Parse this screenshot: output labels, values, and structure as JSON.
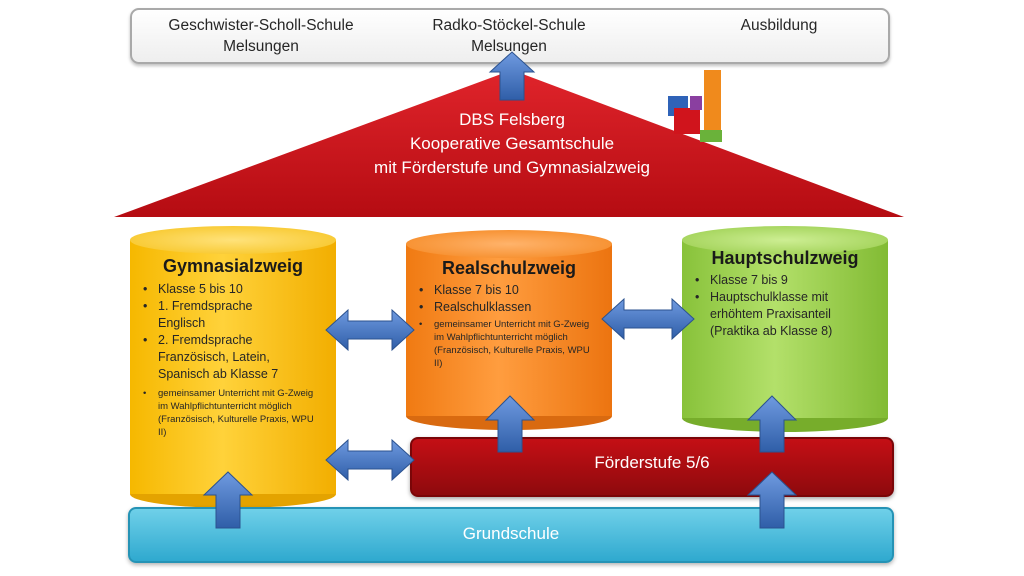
{
  "header": {
    "school1_line1": "Geschwister-Scholl-Schule",
    "school1_line2": "Melsungen",
    "school2_line1": "Radko-Stöckel-Schule",
    "school2_line2": "Melsungen",
    "school3": "Ausbildung"
  },
  "roof": {
    "line1": "DBS Felsberg",
    "line2": "Kooperative Gesamtschule",
    "line3": "mit Förderstufe und Gymnasialzweig"
  },
  "gymnasium": {
    "title": "Gymnasialzweig",
    "items": [
      "Klasse  5 bis 10",
      "1. Fremdsprache Englisch",
      "2. Fremdsprache Französisch, Latein, Spanisch ab Klasse 7"
    ],
    "small_items": [
      "gemeinsamer Unterricht mit G-Zweig im Wahlpflichtunterricht möglich (Französisch, Kulturelle Praxis, WPU II)"
    ]
  },
  "realschule": {
    "title": "Realschulzweig",
    "items": [
      "Klasse 7 bis 10",
      "Realschulklassen"
    ],
    "small_items": [
      "gemeinsamer Unterricht mit G-Zweig im Wahlpflichtunterricht möglich (Französisch, Kulturelle Praxis, WPU II)"
    ]
  },
  "hauptschule": {
    "title": "Hauptschulzweig",
    "items": [
      "Klasse 7 bis 9",
      "Hauptschulklasse mit erhöhtem Praxisanteil"
    ],
    "note": "(Praktika ab Klasse 8)"
  },
  "foerderstufe": "Förderstufe 5/6",
  "grundschule": "Grundschule",
  "colors": {
    "roof": "#d0141c",
    "gymnasium": "#f4b400",
    "realschule": "#f07f1a",
    "hauptschule": "#8fc43a",
    "foerderstufe": "#b20d13",
    "grundschule": "#4cbfe0",
    "arrow": "#3d6fc3"
  }
}
